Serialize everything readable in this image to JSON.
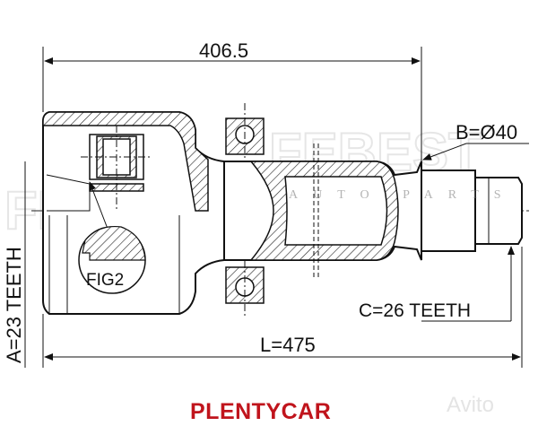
{
  "drawing": {
    "dim_top": "406.5",
    "dim_bottom": "L=475",
    "dim_left": "A=23 TEETH",
    "dim_diameter": "B=Ø40",
    "dim_spline": "C=26 TEETH",
    "figure_label": "FIG2",
    "watermark": "FEBEST",
    "watermark_sub": "AUTO PARTS"
  },
  "footer": {
    "brand": "PLENTYCAR",
    "brand_color": "#c0141c",
    "site_watermark": "Avito"
  }
}
